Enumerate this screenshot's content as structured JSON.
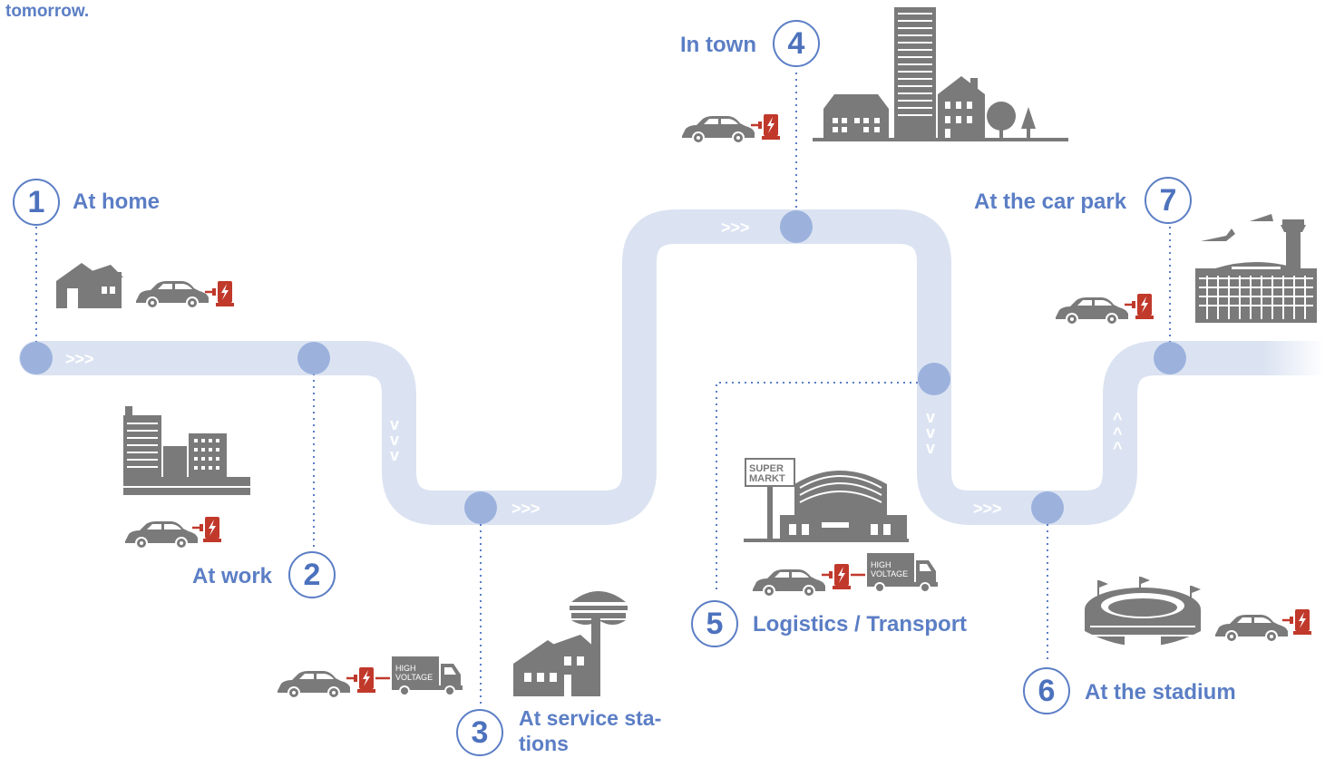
{
  "intro_fragment": "tomorrow.",
  "stations": [
    {
      "num": "1",
      "label": "At home"
    },
    {
      "num": "2",
      "label": "At work"
    },
    {
      "num": "3",
      "label": "At service sta-tions"
    },
    {
      "num": "4",
      "label": "In town"
    },
    {
      "num": "5",
      "label": "Logistics / Transport"
    },
    {
      "num": "6",
      "label": "At the stadium"
    },
    {
      "num": "7",
      "label": "At the car park"
    }
  ],
  "signs": {
    "truck_text_line1": "HIGH",
    "truck_text_line2": "VOLTAGE",
    "supermarket_line1": "SUPER",
    "supermarket_line2": "MARKT"
  },
  "colors": {
    "road": "#dbe3f2",
    "node": "#9cb2dd",
    "accent": "#5b7ec5",
    "icon": "#7a7a7a",
    "charger": "#c0392b"
  }
}
